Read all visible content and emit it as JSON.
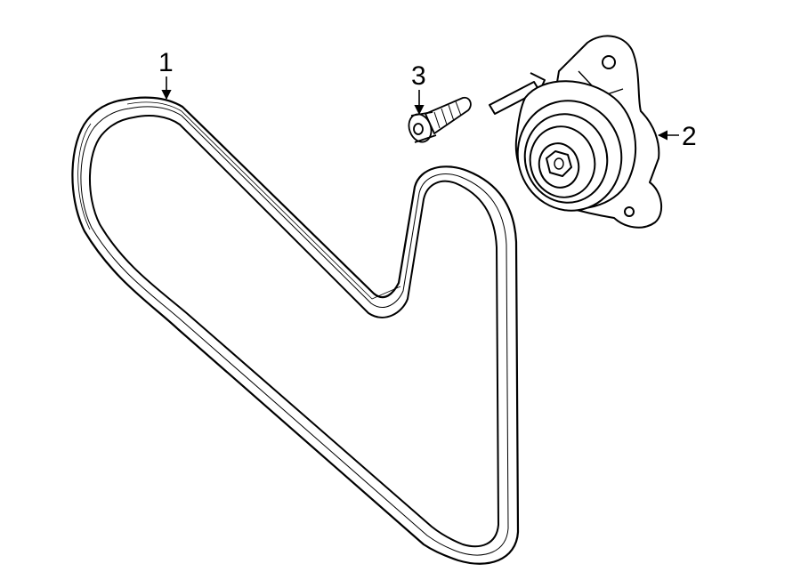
{
  "callouts": {
    "belt": "1",
    "tensioner": "2",
    "bolt": "3"
  },
  "colors": {
    "line": "#000000",
    "background": "#ffffff"
  }
}
